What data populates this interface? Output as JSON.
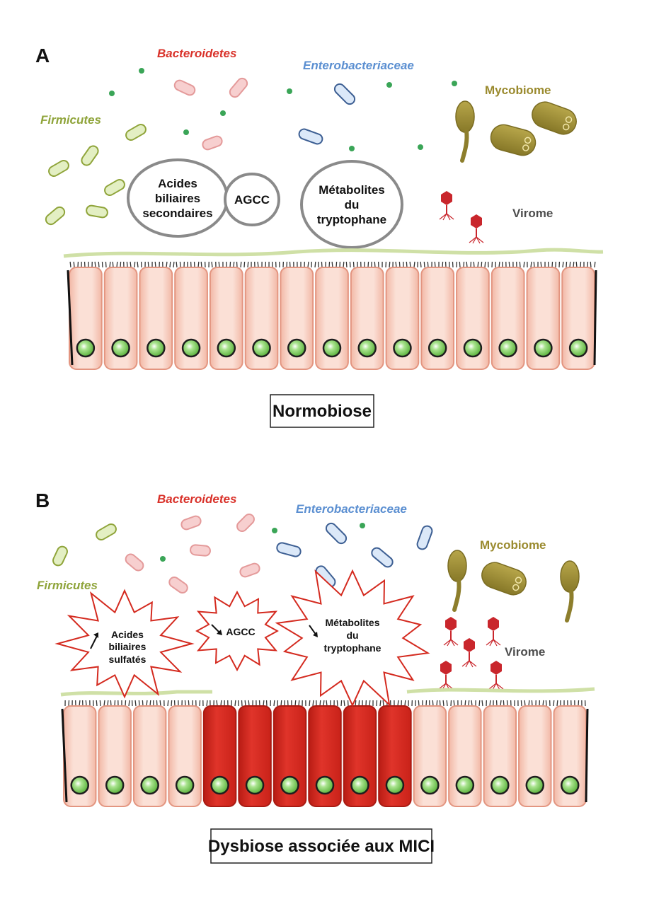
{
  "panel_a": {
    "letter": "A",
    "labels": {
      "bacteroidetes": "Bacteroidetes",
      "enterobacteriaceae": "Enterobacteriaceae",
      "mycobiome": "Mycobiome",
      "firmicutes": "Firmicutes",
      "virome": "Virome"
    },
    "metabolites": {
      "acides": [
        "Acides",
        "biliaires",
        "secondaires"
      ],
      "agcc": "AGCC",
      "metabolites": [
        "Métabolites",
        "du",
        "tryptophane"
      ]
    },
    "caption": "Normobiose"
  },
  "panel_b": {
    "letter": "B",
    "labels": {
      "bacteroidetes": "Bacteroidetes",
      "enterobacteriaceae": "Enterobacteriaceae",
      "mycobiome": "Mycobiome",
      "firmicutes": "Firmicutes",
      "virome": "Virome"
    },
    "metabolites": {
      "acides": [
        "Acides",
        "biliaires",
        "sulfatés"
      ],
      "agcc": "AGCC",
      "metabolites": [
        "Métabolites",
        "du",
        "tryptophane"
      ]
    },
    "caption": "Dysbiose associée aux MICI"
  },
  "colors": {
    "bacteroidetes": "#d9322a",
    "enterobacteriaceae": "#5b8fd1",
    "mycobiome": "#9a8a2e",
    "firmicutes": "#8fa43a",
    "virome": "#4d4d4d",
    "cell_fill": "#f8d2c4",
    "cell_border": "#e39580",
    "inflamed_cell": "#d42a1f",
    "nucleus": "#7fcf5e",
    "mucus": "#cfe0a6"
  }
}
